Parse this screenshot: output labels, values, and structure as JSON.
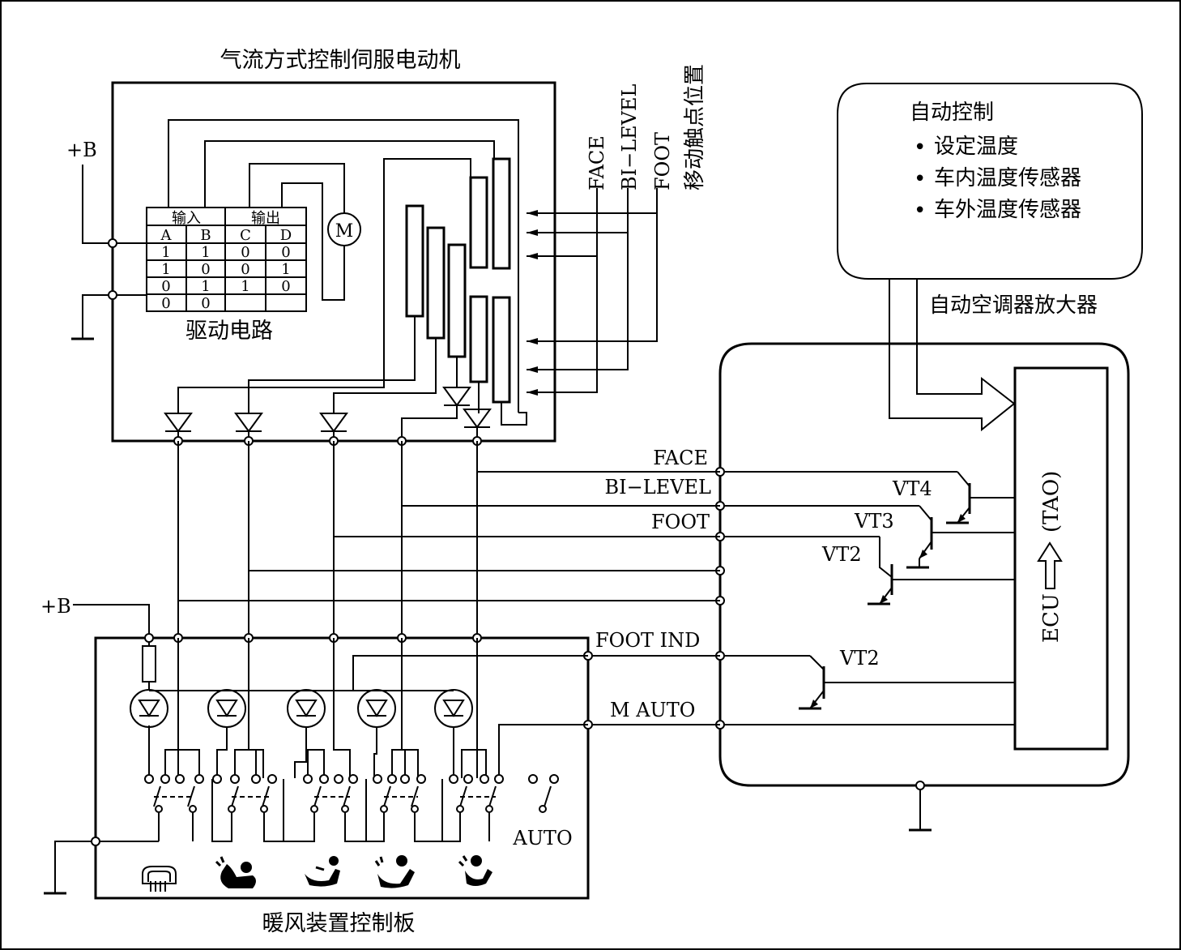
{
  "motor": {
    "title": "气流方式控制伺服电动机",
    "driver_label": "驱动电路",
    "motor_symbol": "M",
    "plus_b": "+B",
    "table": {
      "group_in": "输入",
      "group_out": "输出",
      "headers": [
        "A",
        "B",
        "C",
        "D"
      ],
      "rows": [
        [
          "1",
          "1",
          "0",
          "0"
        ],
        [
          "1",
          "0",
          "0",
          "1"
        ],
        [
          "0",
          "1",
          "1",
          "0"
        ],
        [
          "0",
          "0",
          "",
          ""
        ]
      ]
    }
  },
  "vertical_labels": {
    "face": "FACE",
    "bilevel": "BI−LEVEL",
    "foot": "FOOT",
    "moving_contact": "移动触点位置"
  },
  "auto_info": {
    "title": "自动控制",
    "items": [
      "设定温度",
      "车内温度传感器",
      "车外温度传感器"
    ],
    "bullet": "•"
  },
  "amplifier": {
    "label": "自动空调器放大器",
    "ecu": "ECU",
    "tao": "(TAO)",
    "vt4": "VT4",
    "vt3": "VT3",
    "vt2a": "VT2",
    "vt2b": "VT2"
  },
  "signals": {
    "face": "FACE",
    "bilevel": "BI−LEVEL",
    "foot": "FOOT",
    "foot_ind": "FOOT  IND",
    "m_auto": "M  AUTO"
  },
  "panel": {
    "label": "暖风装置控制板",
    "plus_b": "+B",
    "auto": "AUTO",
    "mode_icons": [
      "defrost-icon",
      "face-mode-icon",
      "bilevel-mode-icon",
      "foot-mode-icon",
      "foot-defrost-mode-icon"
    ]
  },
  "colors": {
    "line": "#000000",
    "background": "#ffffff"
  }
}
